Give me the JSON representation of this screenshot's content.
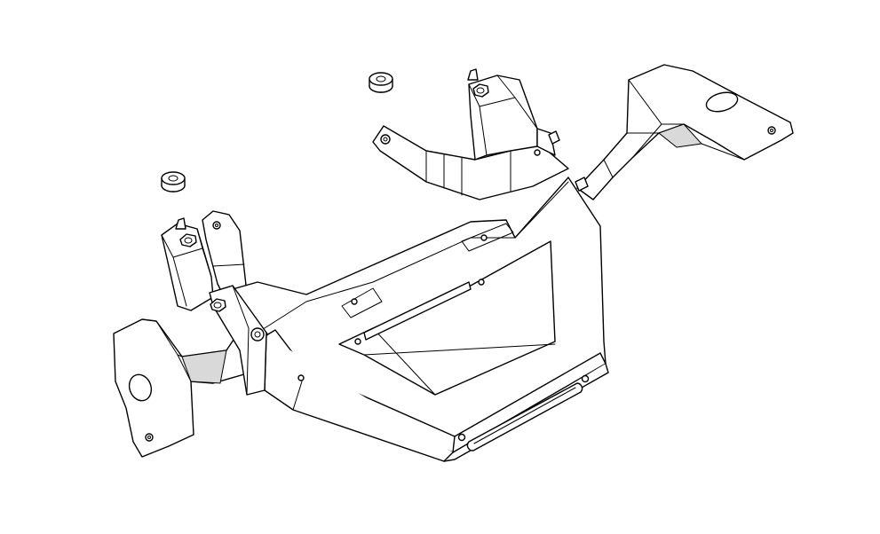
{
  "drawing": {
    "subject": "winch-mount-bracket",
    "line_color": "#000000",
    "background_color": "#ffffff",
    "parts": {
      "loose_nuts": 2,
      "mounting_bolts": 4
    }
  }
}
